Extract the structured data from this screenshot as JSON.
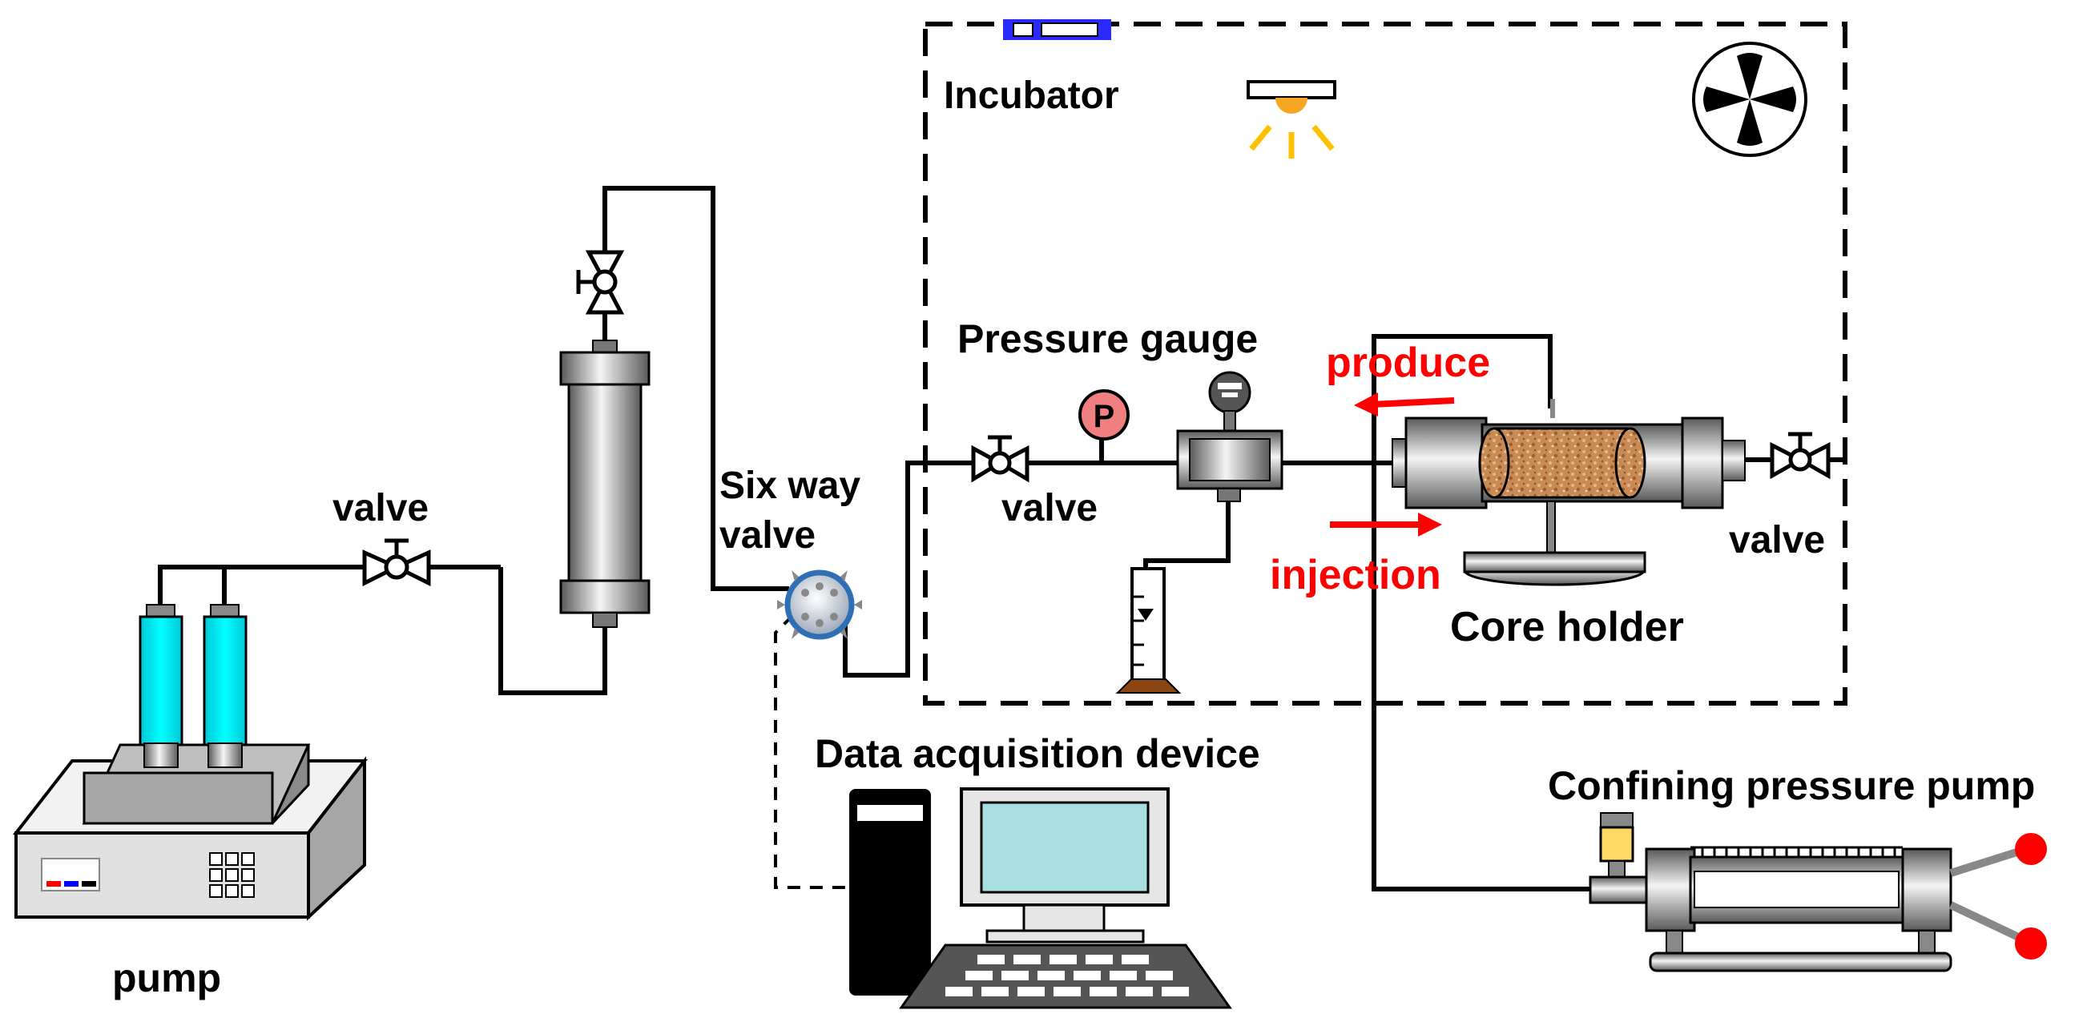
{
  "labels": {
    "incubator": "Incubator",
    "pressure_gauge": "Pressure gauge",
    "produce": "produce",
    "injection": "injection",
    "core_holder": "Core holder",
    "six_way_line1": "Six way",
    "six_way_line2": "valve",
    "valve_pump": "valve",
    "valve_center": "valve",
    "valve_right": "valve",
    "pump": "pump",
    "data_acquisition": "Data acquisition device",
    "confining_pump": "Confining pressure pump",
    "gauge_letter": "P"
  },
  "colors": {
    "line": "#000000",
    "accent_red": "#ff0000",
    "cylinder_cyan": "#00ffff",
    "monitor_screen": "#a8dde2",
    "core_sand": "#c98a55",
    "six_way_ring": "#2f6fb5",
    "lamp": "#f5a623",
    "yellow_cap": "#ffd966",
    "beaker_base": "#8b4513",
    "panel_blue": "#2a2aff"
  }
}
